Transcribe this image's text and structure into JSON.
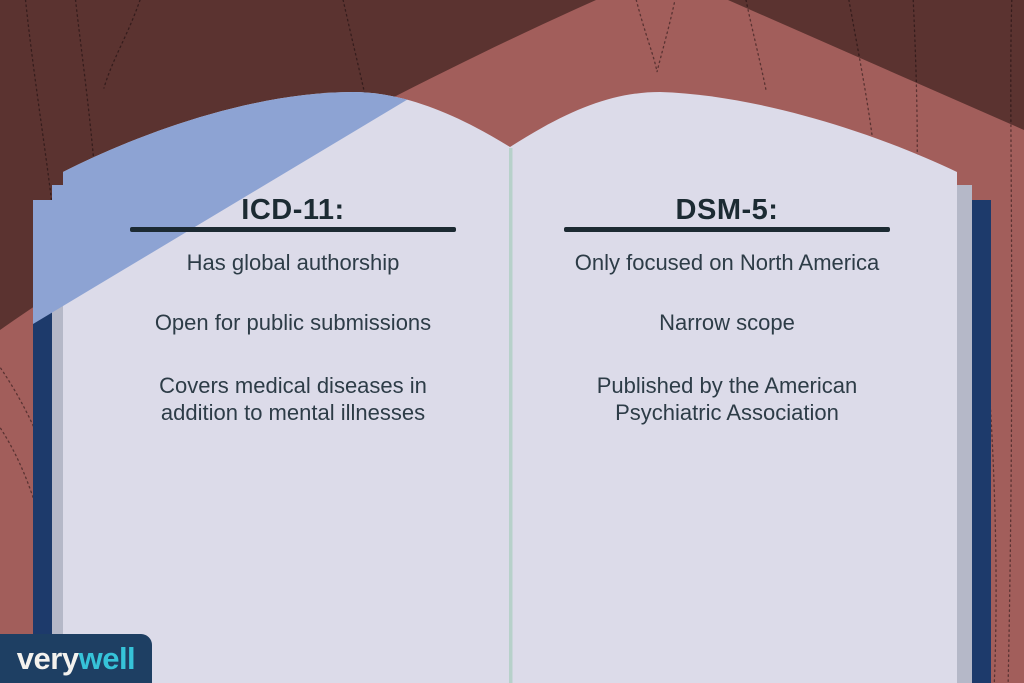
{
  "background": {
    "base_color": "#5b3330",
    "mountain_overlay_color": "#a25e5b",
    "blue_overlay_color": "#8da3d3",
    "grain_line_style": "dotted-wood-grain"
  },
  "book": {
    "page_color": "#dcdbe9",
    "cover_color": "#1d3a6b",
    "page_edge_color": "#b5b8c8",
    "gutter_color": "#b3cfc6",
    "heading_rule_color": "#1c2a32"
  },
  "left_page": {
    "heading": "ICD-11:",
    "items": [
      "Has global authorship",
      "Open for public submissions",
      "Covers medical diseases in addition to mental illnesses"
    ]
  },
  "right_page": {
    "heading": "DSM-5:",
    "items": [
      "Only focused on North America",
      "Narrow scope",
      "Published by the American Psychiatric Association"
    ]
  },
  "branding": {
    "brand_part1": "very",
    "brand_part2": "well",
    "badge_color": "#1e3f63",
    "part1_color": "#f4f2ee",
    "part2_color": "#36c3d9"
  },
  "text_colors": {
    "heading": "#1c2b33",
    "body": "#2d3c47"
  }
}
